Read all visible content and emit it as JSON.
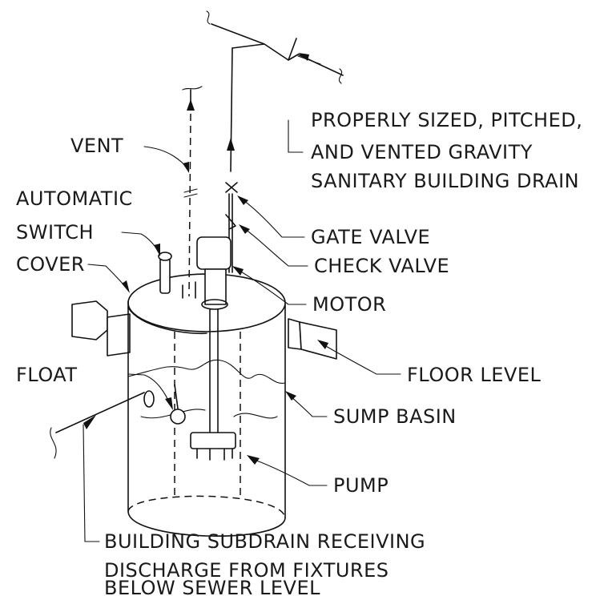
{
  "labels": {
    "drain_line1": "PROPERLY SIZED, PITCHED,",
    "drain_line2": "AND VENTED GRAVITY",
    "drain_line3": "SANITARY BUILDING DRAIN",
    "vent": "VENT",
    "automatic_line1": "AUTOMATIC",
    "automatic_line2": "SWITCH",
    "gate_valve": "GATE VALVE",
    "check_valve": "CHECK VALVE",
    "cover": "COVER",
    "motor": "MOTOR",
    "floor_level": "FLOOR LEVEL",
    "float": "FLOAT",
    "sump_basin": "SUMP BASIN",
    "pump": "PUMP",
    "subdrain_line1": "BUILDING SUBDRAIN RECEIVING",
    "subdrain_line2": "DISCHARGE FROM FIXTURES",
    "subdrain_line3": "BELOW SEWER LEVEL"
  }
}
